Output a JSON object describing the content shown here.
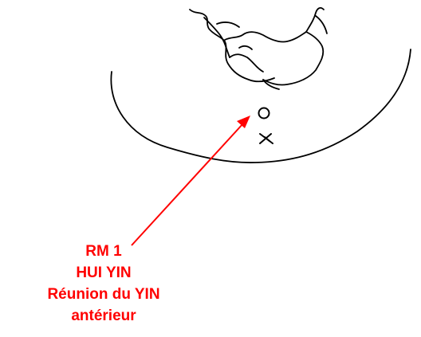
{
  "colors": {
    "outline": "#000000",
    "annotation": "#ff0000",
    "background": "#ffffff"
  },
  "annotation": {
    "code": "RM 1",
    "name": "HUI YIN",
    "description_line1": "Réunion du YIN",
    "description_line2": "antérieur"
  }
}
